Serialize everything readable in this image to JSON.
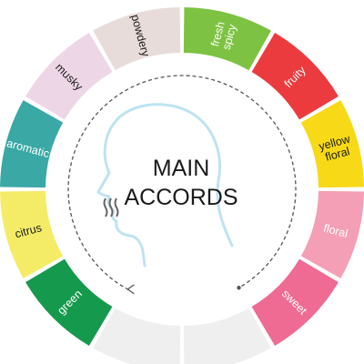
{
  "center": {
    "line1": "MAIN",
    "line2": "ACCORDS"
  },
  "segments": [
    {
      "label": [
        "powdery"
      ],
      "color": "#E8DCDA",
      "text_color": "#1a1a1a"
    },
    {
      "label": [
        "fresh",
        "spicy"
      ],
      "color": "#7DC242",
      "text_color": "#ffffff"
    },
    {
      "label": [
        "fruity"
      ],
      "color": "#EC3B3F",
      "text_color": "#ffffff"
    },
    {
      "label": [
        "yellow",
        "floral"
      ],
      "color": "#F7D917",
      "text_color": "#1a1a1a"
    },
    {
      "label": [
        "floral"
      ],
      "color": "#F49FB5",
      "text_color": "#ffffff"
    },
    {
      "label": [
        "sweet"
      ],
      "color": "#EF6B93",
      "text_color": "#ffffff"
    },
    {
      "label": [
        ""
      ],
      "color": "#EFEFEF",
      "text_color": "#1a1a1a"
    },
    {
      "label": [
        ""
      ],
      "color": "#EFEFEF",
      "text_color": "#1a1a1a"
    },
    {
      "label": [
        "green"
      ],
      "color": "#159A4D",
      "text_color": "#ffffff"
    },
    {
      "label": [
        "citrus"
      ],
      "color": "#F4EC66",
      "text_color": "#1a1a1a"
    },
    {
      "label": [
        "aromatic"
      ],
      "color": "#3AA8A5",
      "text_color": "#ffffff"
    },
    {
      "label": [
        "musky"
      ],
      "color": "#EDD6E6",
      "text_color": "#1a1a1a"
    }
  ],
  "colors": {
    "head_outline": "#BEE3F1",
    "dashed_ring": "#555555",
    "breath": "#666666"
  },
  "icons": [
    "head-profile-icon",
    "breath-waves-icon",
    "dashed-arrow-icon"
  ]
}
